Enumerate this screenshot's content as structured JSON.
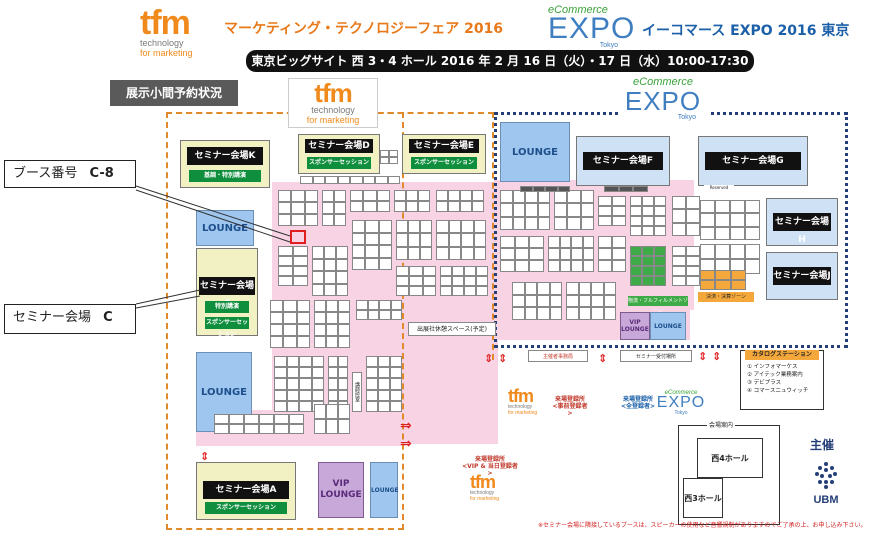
{
  "header": {
    "tfm_logo": {
      "word": "tfm",
      "line1": "technology",
      "line2": "for marketing"
    },
    "fair_title": "マーケティング・テクノロジーフェア 2016",
    "ec_logo": {
      "top": "eCommerce",
      "word": "EXPO",
      "sub": "Tokyo"
    },
    "ec_title": "イーコマース EXPO 2016 東京",
    "venue": "東京ビッグサイト 西 3・4 ホール 2016 年 2 月 16 日（火）・17 日（水）10:00-17:30",
    "status_tag": "展示小間予約状況"
  },
  "callouts": {
    "booth_number": {
      "label": "ブース番号",
      "value": "C-8"
    },
    "seminar_hall": {
      "label": "セミナー会場",
      "value": "C"
    }
  },
  "seminars": {
    "A": {
      "label": "セミナー会場A",
      "sponsor": "スポンサーセッション"
    },
    "C": {
      "label": "セミナー会場C",
      "sub": "特別講演",
      "sponsor": "スポンサーセッション"
    },
    "D": {
      "label": "セミナー会場D",
      "sponsor": "スポンサーセッション"
    },
    "E": {
      "label": "セミナー会場E",
      "sponsor": "スポンサーセッション"
    },
    "F": {
      "label": "セミナー会場F"
    },
    "G": {
      "label": "セミナー会場G"
    },
    "H": {
      "label": "セミナー会場H"
    },
    "J": {
      "label": "セミナー会場J"
    },
    "K": {
      "label": "セミナー会場K",
      "sub": "基調・特別講演"
    }
  },
  "lounges": {
    "tfm_top": "LOUNGE",
    "tfm_bottom": "LOUNGE",
    "ec_top": "LOUNGE",
    "bottom_small": "LOUNGE",
    "vip_tfm": "VIP LOUNGE",
    "vip_ec": "VIP LOUNGE"
  },
  "zones": {
    "exhibitor_break": "出展社休憩スペース(予定)",
    "lecture_booth": "講師控室",
    "reserved": "Reserved",
    "logistics_zone": "物流・フルフィルメントゾーン",
    "payment_zone": "決済・決算ゾーン",
    "organizer_office": "主催者事務局",
    "seminar_registration": "セミナー受付場所"
  },
  "registration": {
    "tfm": {
      "title": "来場登録所",
      "sub": "<事前登録者>"
    },
    "ec": {
      "title": "来場登録所",
      "sub": "<全登録者>"
    },
    "vip": {
      "title": "来場登録所",
      "sub": "<VIP & 当日登録者>"
    }
  },
  "catalog": {
    "title": "カタログステーション",
    "items": [
      "① インフォマーケス",
      "② アイテック業務案内",
      "③ デビプラス",
      "④ コマースニュウィッチ"
    ]
  },
  "hall_info": {
    "title": "会場案内",
    "west4": "西4ホール",
    "west3": "西3ホール"
  },
  "host": {
    "label": "主催",
    "company": "UBM"
  },
  "footnote": "※セミナー会場に隣接しているブースは、スピーカーの使用など音響規制がありますのでご了承の上、お申し込み下さい。",
  "colors": {
    "tfm_orange": "#f08a1c",
    "ec_blue": "#1a5fa8",
    "lounge_blue": "#9ec6ee",
    "pink_area": "#f7d3e4",
    "sponsor_green": "#0f8e3d"
  }
}
